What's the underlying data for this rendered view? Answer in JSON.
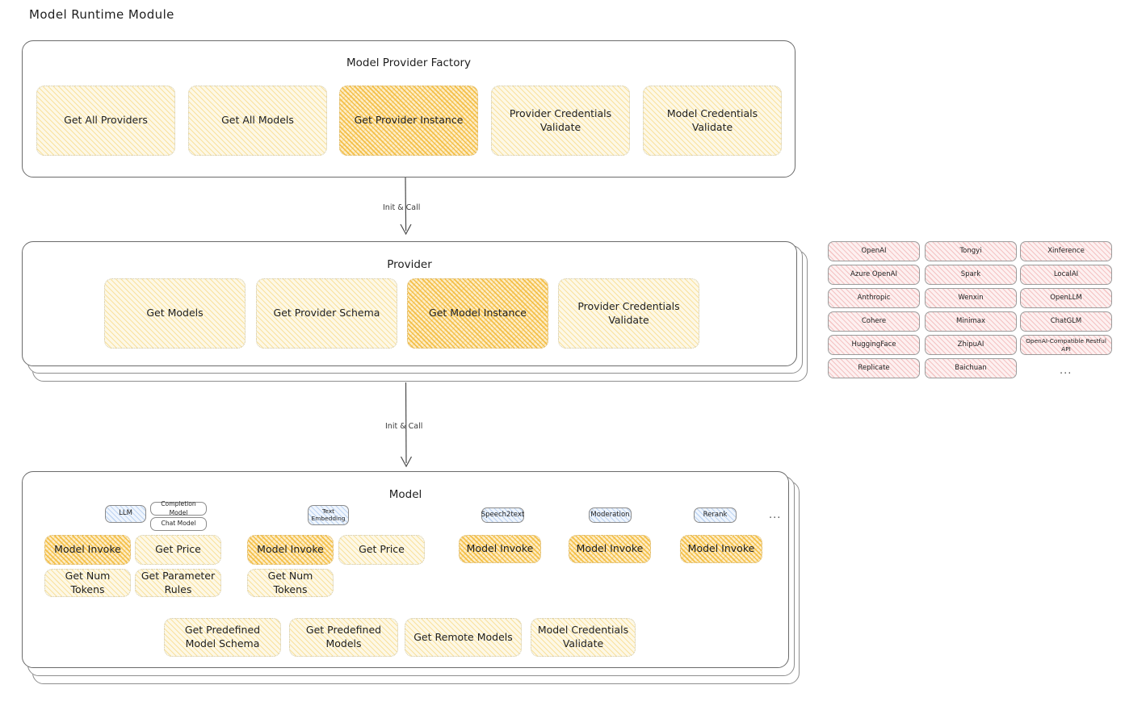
{
  "page": {
    "title": "Model Runtime Module"
  },
  "factory": {
    "title": "Model Provider Factory",
    "items": [
      {
        "label": "Get All Providers",
        "highlight": false
      },
      {
        "label": "Get All Models",
        "highlight": false
      },
      {
        "label": "Get Provider Instance",
        "highlight": true
      },
      {
        "label": "Provider Credentials Validate",
        "highlight": false
      },
      {
        "label": "Model Credentials Validate",
        "highlight": false
      }
    ]
  },
  "arrows": {
    "first_label": "Init & Call",
    "second_label": "Init & Call"
  },
  "provider": {
    "title": "Provider",
    "items": [
      {
        "label": "Get Models",
        "highlight": false
      },
      {
        "label": "Get Provider Schema",
        "highlight": false
      },
      {
        "label": "Get Model Instance",
        "highlight": true
      },
      {
        "label": "Provider Credentials Validate",
        "highlight": false
      }
    ]
  },
  "provider_list": {
    "column1": [
      "OpenAI",
      "Azure OpenAI",
      "Anthropic",
      "Cohere",
      "HuggingFace",
      "Replicate"
    ],
    "column2": [
      "Tongyi",
      "Spark",
      "Wenxin",
      "Minimax",
      "ZhipuAI",
      "Baichuan"
    ],
    "column3": [
      "Xinference",
      "LocalAI",
      "OpenLLM",
      "ChatGLM",
      "OpenAI-Compatible Restful API"
    ],
    "more": "..."
  },
  "model": {
    "title": "Model",
    "more": "...",
    "types": [
      {
        "badge": "LLM",
        "sub_badges": [
          "Completion Model",
          "Chat Model"
        ],
        "actions": [
          {
            "label": "Model Invoke",
            "highlight": true
          },
          {
            "label": "Get Price",
            "highlight": false
          },
          {
            "label": "Get Num Tokens",
            "highlight": false
          },
          {
            "label": "Get Parameter Rules",
            "highlight": false
          }
        ]
      },
      {
        "badge": "Text Embedding",
        "sub_badges": [],
        "actions": [
          {
            "label": "Model Invoke",
            "highlight": true
          },
          {
            "label": "Get Price",
            "highlight": false
          },
          {
            "label": "Get Num Tokens",
            "highlight": false
          }
        ]
      },
      {
        "badge": "Speech2text",
        "sub_badges": [],
        "actions": [
          {
            "label": "Model Invoke",
            "highlight": true
          }
        ]
      },
      {
        "badge": "Moderation",
        "sub_badges": [],
        "actions": [
          {
            "label": "Model Invoke",
            "highlight": true
          }
        ]
      },
      {
        "badge": "Rerank",
        "sub_badges": [],
        "actions": [
          {
            "label": "Model Invoke",
            "highlight": true
          }
        ]
      }
    ],
    "common_actions": [
      "Get Predefined Model Schema",
      "Get Predefined Models",
      "Get Remote Models",
      "Model Credentials Validate"
    ]
  },
  "colors": {
    "highlight_fill": "#f2b833",
    "soft_fill": "#fdf8e6",
    "provider_chip": "#e88c8c",
    "badge_blue": "#8cb4e8",
    "stroke": "#6b6b6b"
  }
}
